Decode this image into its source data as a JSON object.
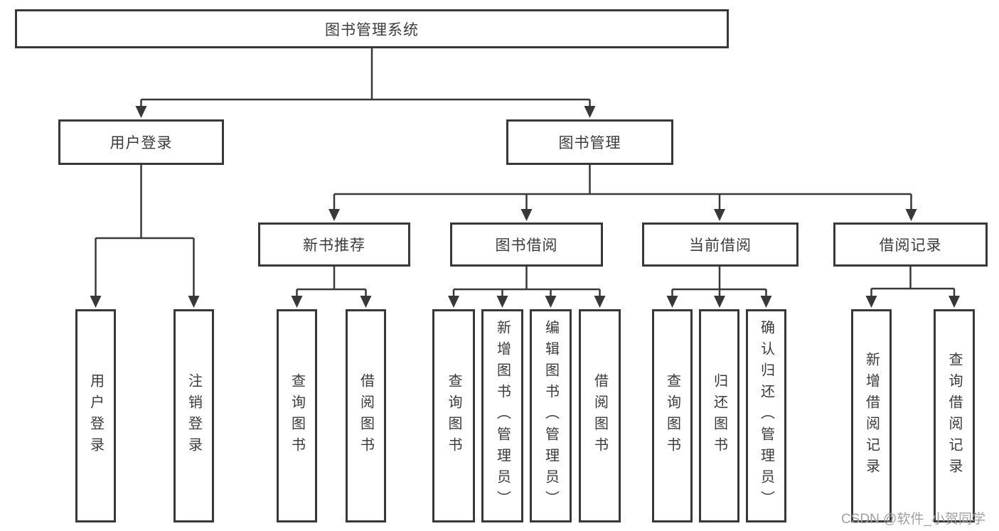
{
  "diagram_title": "图书管理系统",
  "nodes": {
    "root": {
      "label": "图书管理系统"
    },
    "level2": [
      {
        "label": "用户登录"
      },
      {
        "label": "图书管理"
      }
    ],
    "level3": [
      {
        "label": "新书推荐",
        "parent": "图书管理"
      },
      {
        "label": "图书借阅",
        "parent": "图书管理"
      },
      {
        "label": "当前借阅",
        "parent": "图书管理"
      },
      {
        "label": "借阅记录",
        "parent": "图书管理"
      }
    ],
    "leaves": [
      {
        "label": "用户登录",
        "parent": "用户登录"
      },
      {
        "label": "注销登录",
        "parent": "用户登录"
      },
      {
        "label": "查询图书",
        "parent": "新书推荐"
      },
      {
        "label": "借阅图书",
        "parent": "新书推荐"
      },
      {
        "label": "查询图书",
        "parent": "图书借阅"
      },
      {
        "label": "新增图书（管理员）",
        "parent": "图书借阅"
      },
      {
        "label": "编辑图书（管理员）",
        "parent": "图书借阅"
      },
      {
        "label": "借阅图书",
        "parent": "图书借阅"
      },
      {
        "label": "查询图书",
        "parent": "当前借阅"
      },
      {
        "label": "归还图书",
        "parent": "当前借阅"
      },
      {
        "label": "确认归还（管理员）",
        "parent": "当前借阅"
      },
      {
        "label": "新增借阅记录",
        "parent": "借阅记录"
      },
      {
        "label": "查询借阅记录",
        "parent": "借阅记录"
      }
    ]
  },
  "watermark": {
    "text": "CSDN @软件_小贺同学"
  },
  "colors": {
    "line": "#383838",
    "box_border": "#383838",
    "text": "#3b3b3b",
    "background": "#ffffff",
    "watermark": "#a0a0a0"
  }
}
